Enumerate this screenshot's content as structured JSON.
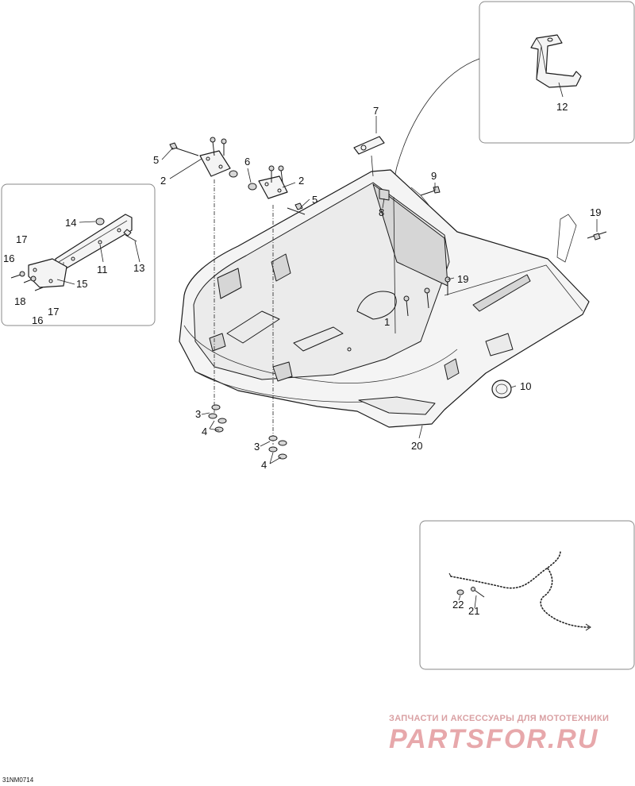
{
  "diagram_code": "31NM0714",
  "watermark": {
    "tagline": "ЗАПЧАСТИ И АКСЕССУАРЫ ДЛЯ МОТОТЕХНИКИ",
    "brand": "PARTSFOR.RU"
  },
  "callouts": {
    "c1": "1",
    "c2a": "2",
    "c2b": "2",
    "c3a": "3",
    "c3b": "3",
    "c4a": "4",
    "c4b": "4",
    "c5a": "5",
    "c5b": "5",
    "c6": "6",
    "c7": "7",
    "c8": "8",
    "c9": "9",
    "c10": "10",
    "c11": "11",
    "c12": "12",
    "c13": "13",
    "c14": "14",
    "c15": "15",
    "c16a": "16",
    "c16b": "16",
    "c17a": "17",
    "c17b": "17",
    "c18": "18",
    "c19a": "19",
    "c19b": "19",
    "c20": "20",
    "c21": "21",
    "c22": "22"
  }
}
